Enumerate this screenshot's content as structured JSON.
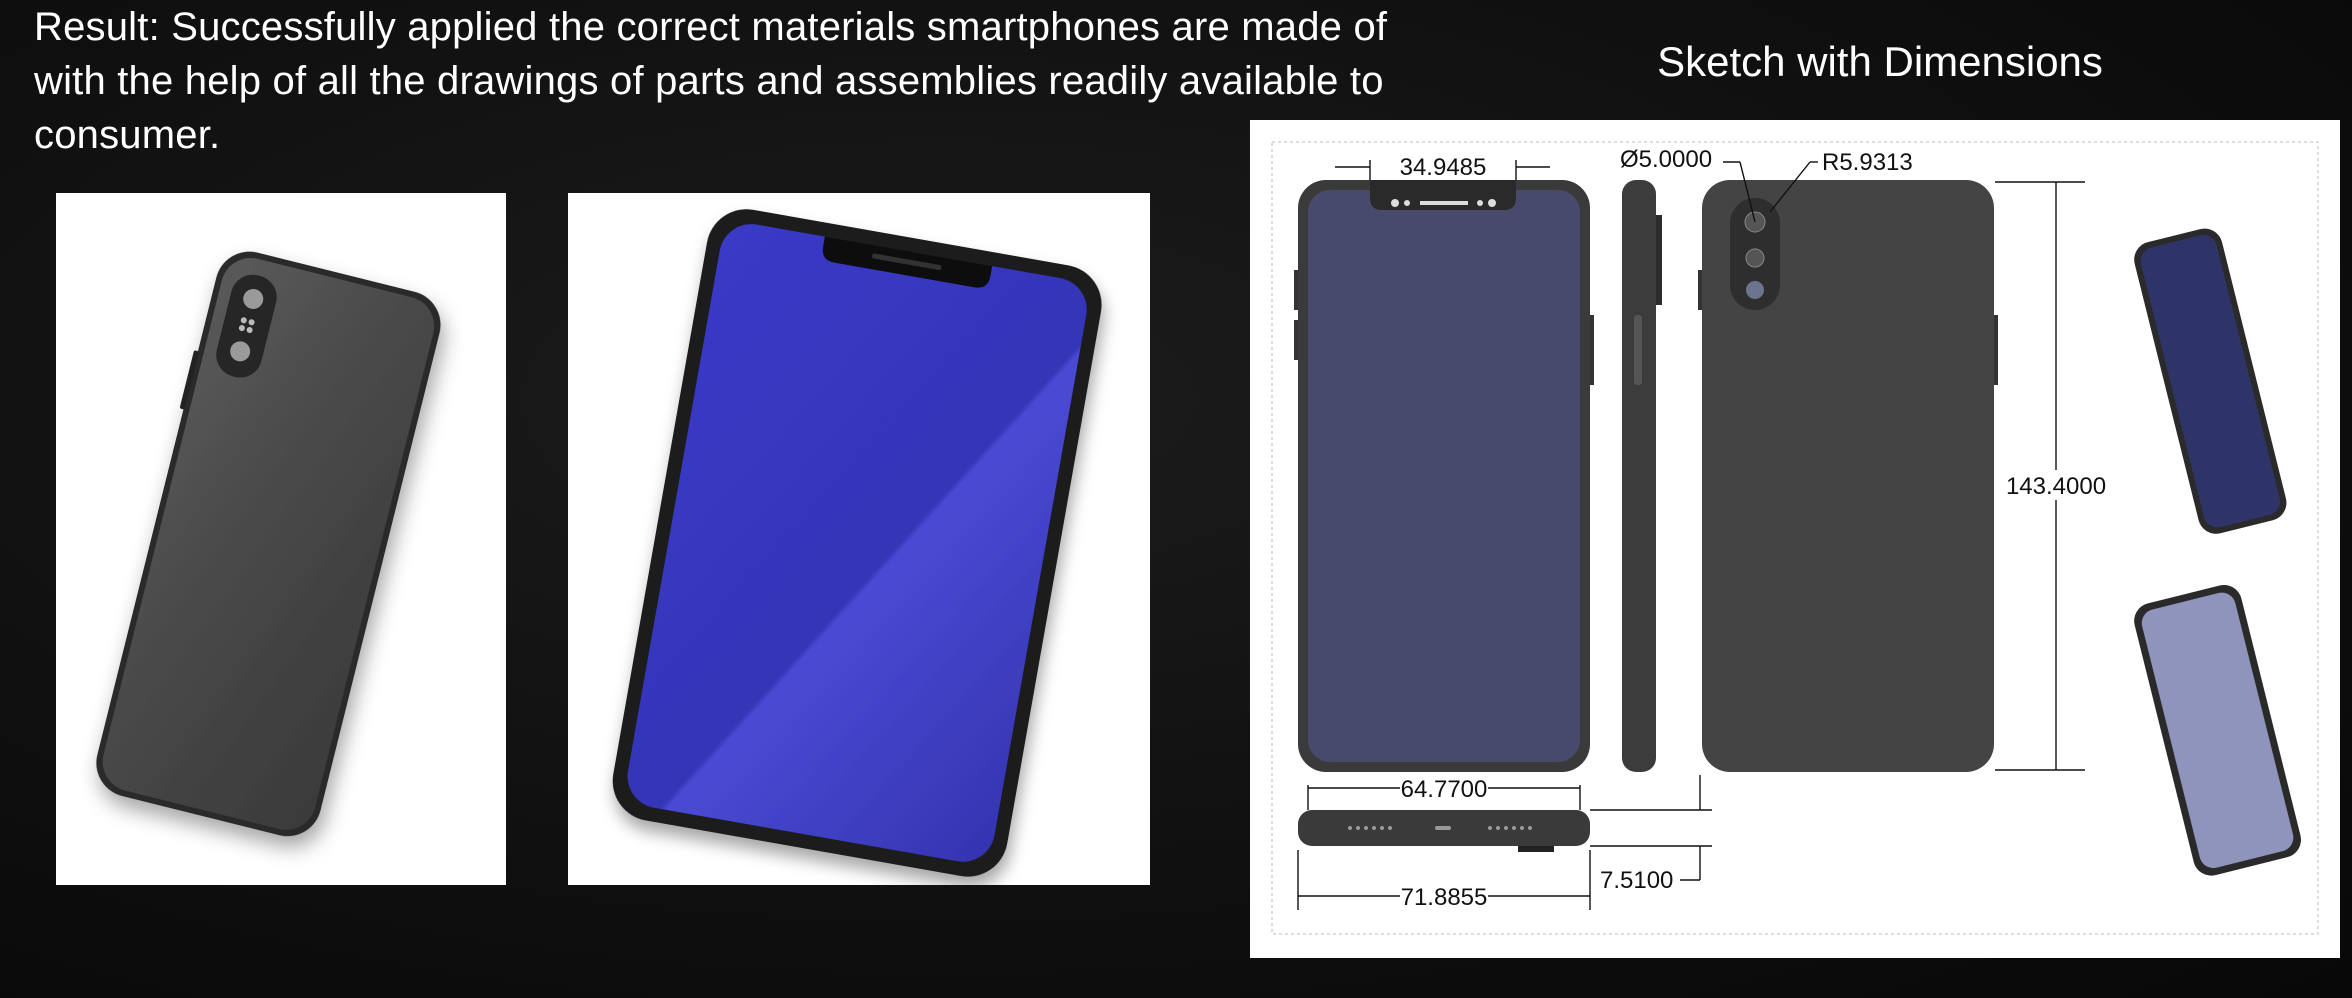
{
  "result_text": "Result: Successfully applied the correct materials smartphones are made of with the help of all the drawings of parts and assemblies readily available to consumer.",
  "sketch_title": "Sketch with Dimensions",
  "colors": {
    "background": "#0f0f0f",
    "screen_blue": "#3f3fc4",
    "body_gray": "#4a4a4a",
    "drawing_screen": "#454766"
  },
  "dimensions": {
    "notch_width": "34.9485",
    "camera_diameter": "Ø5.0000",
    "camera_radius": "R5.9313",
    "height": "143.4000",
    "screen_width": "64.7700",
    "overall_width": "71.8855",
    "thickness": "7.5100"
  }
}
